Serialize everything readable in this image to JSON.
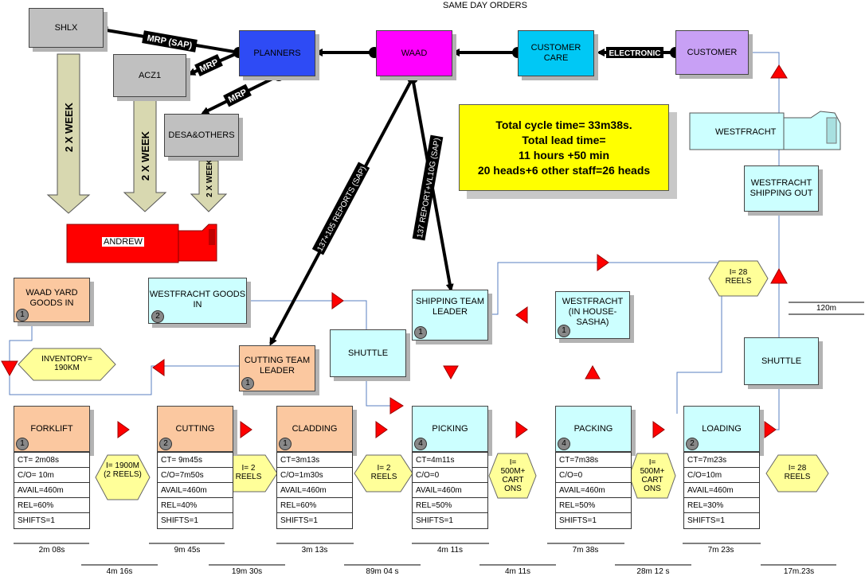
{
  "top_note": "SAME DAY ORDERS",
  "boxes": {
    "shlx": "SHLX",
    "acz1": "ACZ1",
    "desa": "DESA&OTHERS",
    "planners": "PLANNERS",
    "waad": "WAAD",
    "customer_care": "CUSTOMER CARE",
    "customer": "CUSTOMER",
    "westfracht": "WESTFRACHT",
    "westfracht_shipping_out": "WESTFRACHT SHIPPING OUT",
    "waad_yard": "WAAD YARD GOODS IN",
    "westfracht_goods_in": "WESTFRACHT GOODS IN",
    "shuttle_left": "SHUTTLE",
    "shuttle_right": "SHUTTLE",
    "shipping_team_leader": "SHIPPING TEAM LEADER",
    "westfracht_inhouse": "WESTFRACHT (IN HOUSE- SASHA)",
    "cutting_team_leader": "CUTTING TEAM LEADER",
    "andrew": "ANDREW"
  },
  "arrows": {
    "mrp_sap": "MRP (SAP)",
    "mrp1": "MRP",
    "mrp2": "MRP",
    "electronic": "ELECTRONIC",
    "reports_sap": "137+105 REPORTS (SAP)",
    "report_vl10g": "137 REPORT+VL10G (SAP)",
    "week1": "2 X WEEK",
    "week2": "2 X WEEK",
    "week3": "2 X WEEK"
  },
  "summary": {
    "line1": "Total cycle time= 33m38s.",
    "line2": "Total lead time=",
    "line3": "11 hours +50 min",
    "line4": "20 heads+6 other staff=26 heads"
  },
  "inventory": {
    "yard": "INVENTORY= 190KM",
    "i_1900": "I= 1900M (2 REELS)",
    "i_2a": "I= 2 REELS",
    "i_2b": "I= 2 REELS",
    "i_500a": "I= 500M+ CART ONS",
    "i_500b": "I= 500M+ CART ONS",
    "i_28a": "I= 28 REELS",
    "i_28b": "I= 28 REELS"
  },
  "processes": [
    {
      "name": "FORKLIFT",
      "ops": "1",
      "ct": "CT= 2m08s",
      "co": "C/O= 10m",
      "avail": "AVAIL=460m",
      "rel": "REL=60%",
      "shifts": "SHIFTS=1",
      "time": "2m 08s"
    },
    {
      "name": "CUTTING",
      "ops": "2",
      "ct": "CT= 9m45s",
      "co": "C/O=7m50s",
      "avail": "AVAIL=460m",
      "rel": "REL=40%",
      "shifts": "SHIFTS=1",
      "time": "9m 45s"
    },
    {
      "name": "CLADDING",
      "ops": "1",
      "ct": "CT=3m13s",
      "co": "C/O=1m30s",
      "avail": "AVAIL=460m",
      "rel": "REL=60%",
      "shifts": "SHIFTS=1",
      "time": "3m 13s"
    },
    {
      "name": "PICKING",
      "ops": "4",
      "ct": "CT=4m11s",
      "co": "C/O=0",
      "avail": "AVAIL=460m",
      "rel": "REL=50%",
      "shifts": "SHIFTS=1",
      "time": "4m 11s"
    },
    {
      "name": "PACKING",
      "ops": "4",
      "ct": "CT=7m38s",
      "co": "C/O=0",
      "avail": "AVAIL=460m",
      "rel": "REL=50%",
      "shifts": "SHIFTS=1",
      "time": "7m 38s"
    },
    {
      "name": "LOADING",
      "ops": "2",
      "ct": "CT=7m23s",
      "co": "C/O=10m",
      "avail": "AVAIL=460m",
      "rel": "REL=30%",
      "shifts": "SHIFTS=1",
      "time": "7m 23s"
    }
  ],
  "wait_times": [
    "4m 16s",
    "19m 30s",
    "89m 04 s",
    "4m 11s",
    "28m 12 s",
    "17m.23s"
  ],
  "shipping_time": "120m",
  "ops_badges": {
    "waad_yard": "1",
    "westfracht_goods_in": "2",
    "shipping_team_leader": "1",
    "westfracht_inhouse": "1",
    "cutting_team_leader": "1"
  }
}
